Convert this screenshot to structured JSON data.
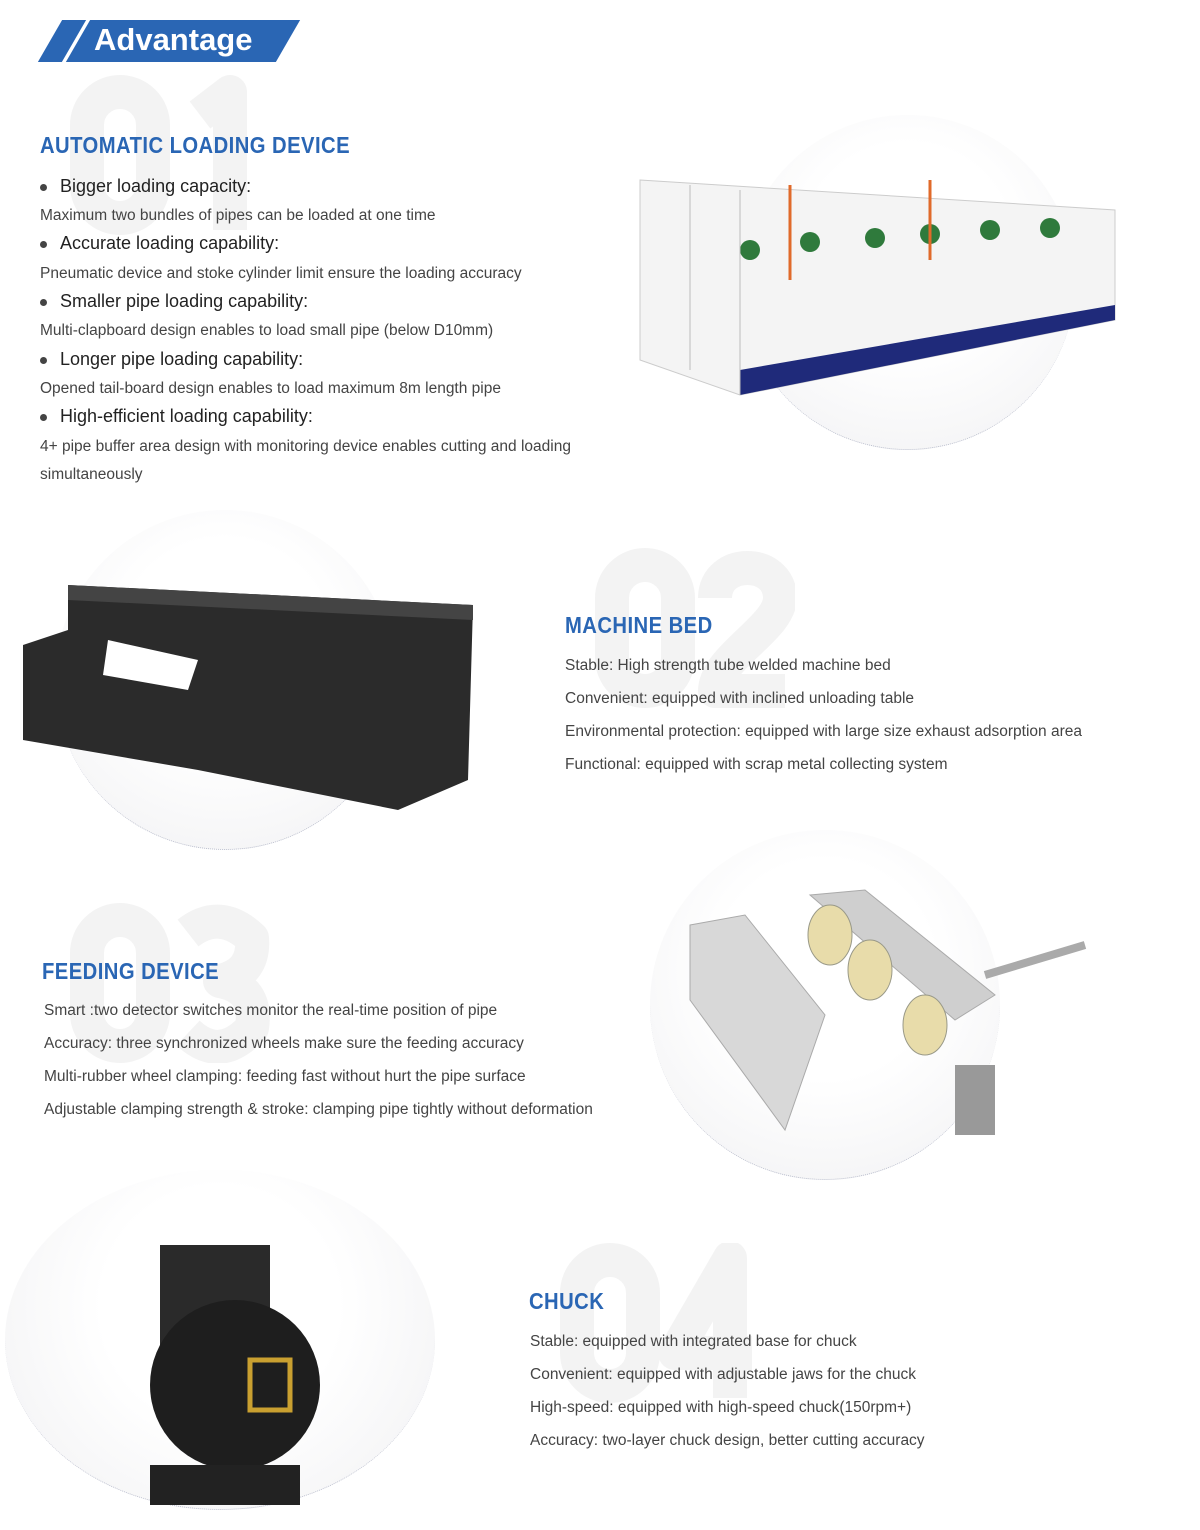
{
  "header": {
    "title": "Advantage"
  },
  "sections": [
    {
      "number": "01",
      "title": "AUTOMATIC LOADING DEVICE",
      "items": [
        {
          "bullet": "Bigger loading capacity:",
          "desc": "Maximum two bundles of pipes can be loaded at one time"
        },
        {
          "bullet": "Accurate loading capability:",
          "desc": "Pneumatic device and stoke cylinder limit ensure the loading accuracy"
        },
        {
          "bullet": "Smaller pipe loading capability:",
          "desc": "Multi-clapboard design enables to load small pipe (below D10mm)"
        },
        {
          "bullet": "Longer pipe loading capability:",
          "desc": "Opened  tail-board design enables to load maximum 8m length pipe"
        },
        {
          "bullet": "High-efficient loading capability:",
          "desc": "4+ pipe buffer area design with monitoring device enables cutting and loading",
          "desc2": "simultaneously"
        }
      ]
    },
    {
      "number": "02",
      "title": "MACHINE BED",
      "lines": [
        "Stable: High strength tube welded machine bed",
        "Convenient: equipped with inclined unloading table",
        "Environmental protection: equipped with large size exhaust adsorption area",
        "Functional: equipped with scrap metal collecting system"
      ]
    },
    {
      "number": "03",
      "title": "FEEDING DEVICE",
      "lines": [
        "Smart :two detector switches monitor the real-time position of pipe",
        "Accuracy:  three synchronized wheels make sure the feeding accuracy",
        "Multi-rubber wheel clamping: feeding fast without hurt the pipe surface",
        "Adjustable clamping strength & stroke: clamping pipe tightly without deformation"
      ]
    },
    {
      "number": "04",
      "title": "CHUCK",
      "lines": [
        "Stable: equipped with integrated base for chuck",
        "Convenient: equipped with adjustable jaws for the chuck",
        "High-speed: equipped with high-speed chuck(150rpm+)",
        "Accuracy: two-layer chuck design, better cutting accuracy"
      ]
    }
  ]
}
